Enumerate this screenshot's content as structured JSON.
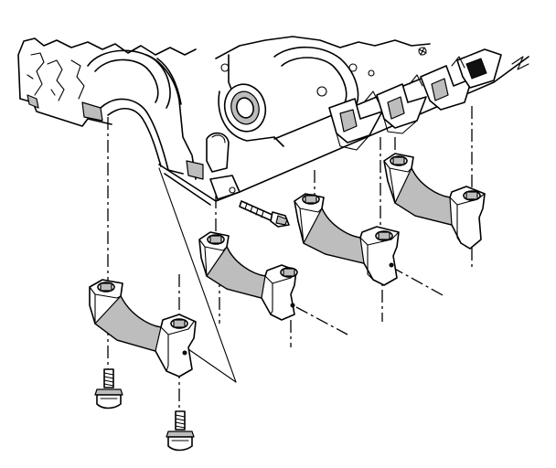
{
  "figure": {
    "title": "",
    "labels": [],
    "parts": [
      "engine-block",
      "main-bearing-cap-1",
      "main-bearing-cap-2",
      "main-bearing-cap-3",
      "main-bearing-cap-4",
      "main-cap-bolt-1",
      "main-cap-bolt-2",
      "side-bolt"
    ],
    "colors": {
      "line": "#000000",
      "background": "#ffffff",
      "shade": "#bdbdbd"
    }
  }
}
